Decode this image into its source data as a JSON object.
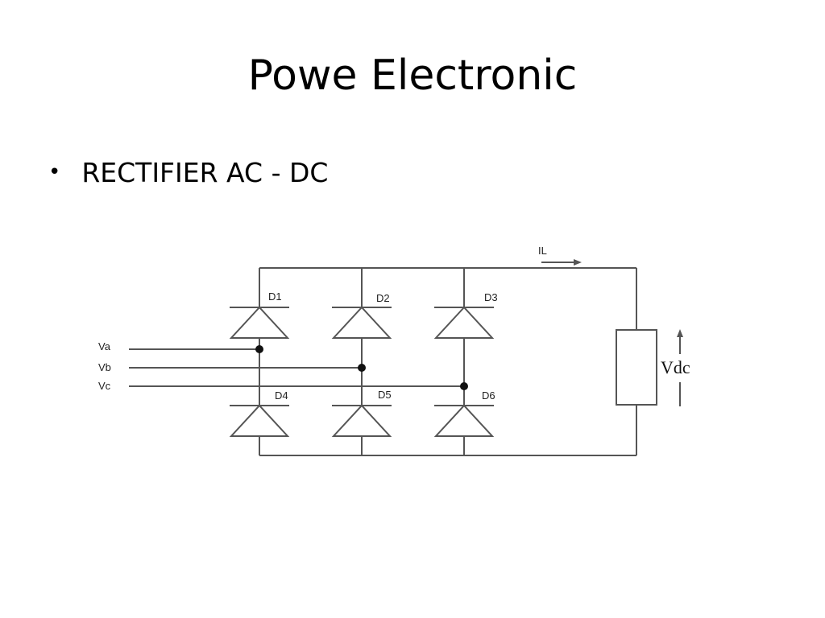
{
  "slide": {
    "title": "Powe Electronic",
    "bullet": "RECTIFIER AC - DC"
  },
  "diagram": {
    "inputs": [
      "Va",
      "Vb",
      "Vc"
    ],
    "diodes": [
      "D1",
      "D2",
      "D3",
      "D4",
      "D5",
      "D6"
    ],
    "current_label": "IL",
    "output_label": "Vdc",
    "colors": {
      "wire": "#555555",
      "text": "#000000",
      "background": "#ffffff"
    }
  }
}
